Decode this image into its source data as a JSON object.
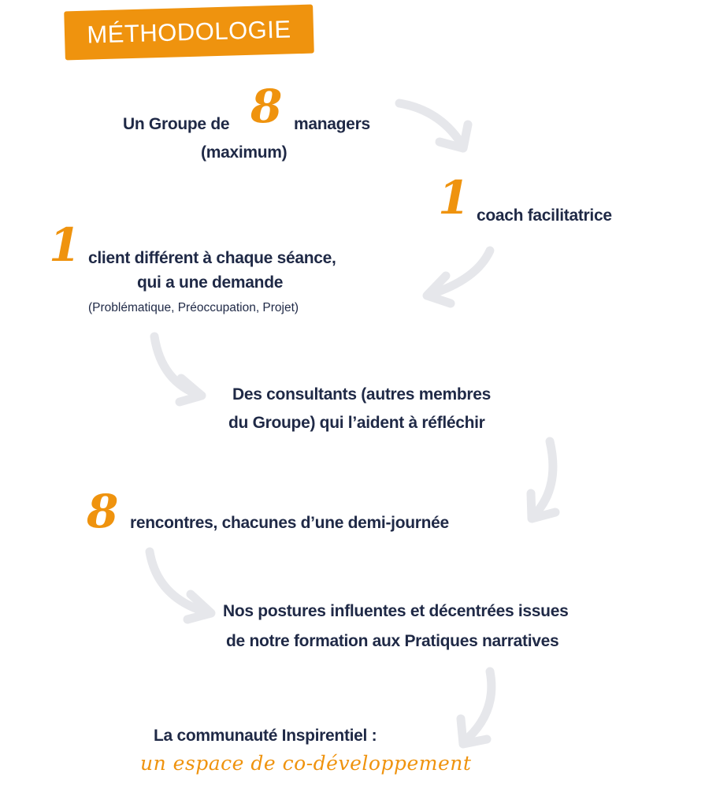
{
  "title": "MÉTHODOLOGIE",
  "colors": {
    "accent": "#ef930e",
    "text": "#1f2946",
    "arrow": "#e6e7eb"
  },
  "steps": [
    {
      "number": "8",
      "before": "Un Groupe de",
      "after": "managers",
      "line2": "(maximum)"
    },
    {
      "number": "1",
      "text": "coach facilitatrice"
    },
    {
      "number": "1",
      "line1": "client différent à chaque séance,",
      "line2": "qui a une demande",
      "line3": "(Problématique, Préoccupation, Projet)"
    },
    {
      "line1": "Des consultants (autres membres",
      "line2": "du Groupe) qui l’aident à réfléchir"
    },
    {
      "number": "8",
      "text": "rencontres, chacunes d’une demi-journée"
    },
    {
      "line1": "Nos postures influentes et décentrées issues",
      "line2": "de notre formation aux Pratiques narratives"
    },
    {
      "line1": "La communauté Inspirentiel :",
      "line2": "un espace de co-développement"
    }
  ]
}
